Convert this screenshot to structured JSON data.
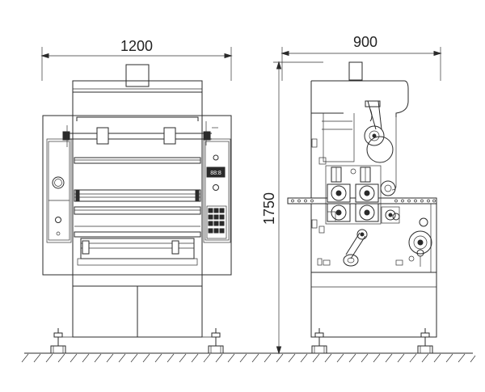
{
  "dimensions": {
    "width_front": "1200",
    "width_side": "900",
    "height": "1750"
  },
  "panel_display": "88:8",
  "colors": {
    "line": "#2a2a2a",
    "background": "#ffffff"
  }
}
